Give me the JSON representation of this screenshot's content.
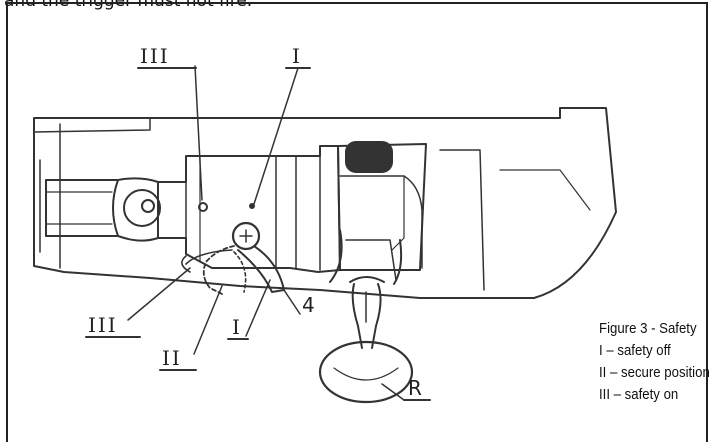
{
  "header_text": "and the trigger must not fire.",
  "labels": {
    "top_iii": "III",
    "top_i": "I",
    "bottom_iii": "III",
    "bottom_ii": "II",
    "bottom_i": "I",
    "num_4": "4",
    "r": "R"
  },
  "caption": {
    "title": "Figure 3 - Safety",
    "lines": [
      "I – safety off",
      "II – secure position",
      "III – safety on"
    ]
  }
}
